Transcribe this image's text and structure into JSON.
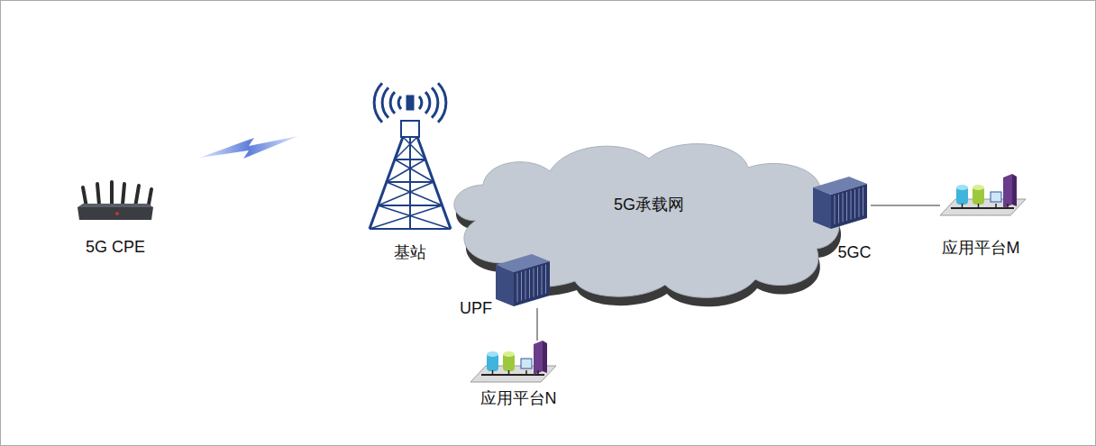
{
  "diagram": {
    "nodes": [
      {
        "text": [
          "5G CPE"
        ]
      },
      {
        "text": [
          "基站"
        ]
      },
      {
        "text": [
          "5G承载网"
        ]
      },
      {
        "text": [
          "5GC"
        ]
      },
      {
        "text": [
          "应用平台M"
        ]
      },
      {
        "text": [
          "UPF"
        ]
      },
      {
        "text": [
          "应用平台N"
        ]
      }
    ],
    "edges": [
      {
        "from": 3,
        "to": 4,
        "arrow": "none"
      },
      {
        "from": 5,
        "to": 6,
        "arrow": "none"
      }
    ]
  }
}
